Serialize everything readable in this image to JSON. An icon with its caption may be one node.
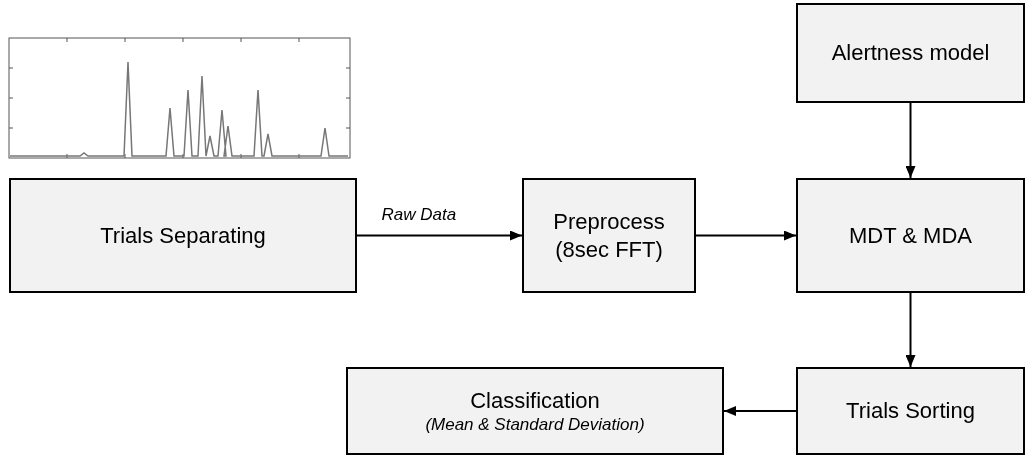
{
  "diagram": {
    "nodes": [
      {
        "text": [
          "Alertness model"
        ]
      },
      {
        "text": [
          "Trials Separating"
        ]
      },
      {
        "text": [
          "Preprocess (8sec FFT)"
        ]
      },
      {
        "text": [
          "MDT & MDA"
        ]
      },
      {
        "text": [
          "Classification",
          "(Mean & Standard Deviation)"
        ]
      },
      {
        "text": [
          "Trials Sorting"
        ]
      }
    ],
    "edges": [
      {
        "from": 1,
        "to": 2,
        "arrow": "to",
        "label": "Raw Data"
      },
      {
        "from": 2,
        "to": 3,
        "arrow": "to"
      },
      {
        "from": 0,
        "to": 3,
        "arrow": "to"
      },
      {
        "from": 3,
        "to": 5,
        "arrow": "to"
      },
      {
        "from": 5,
        "to": 4,
        "arrow": "to"
      }
    ]
  }
}
